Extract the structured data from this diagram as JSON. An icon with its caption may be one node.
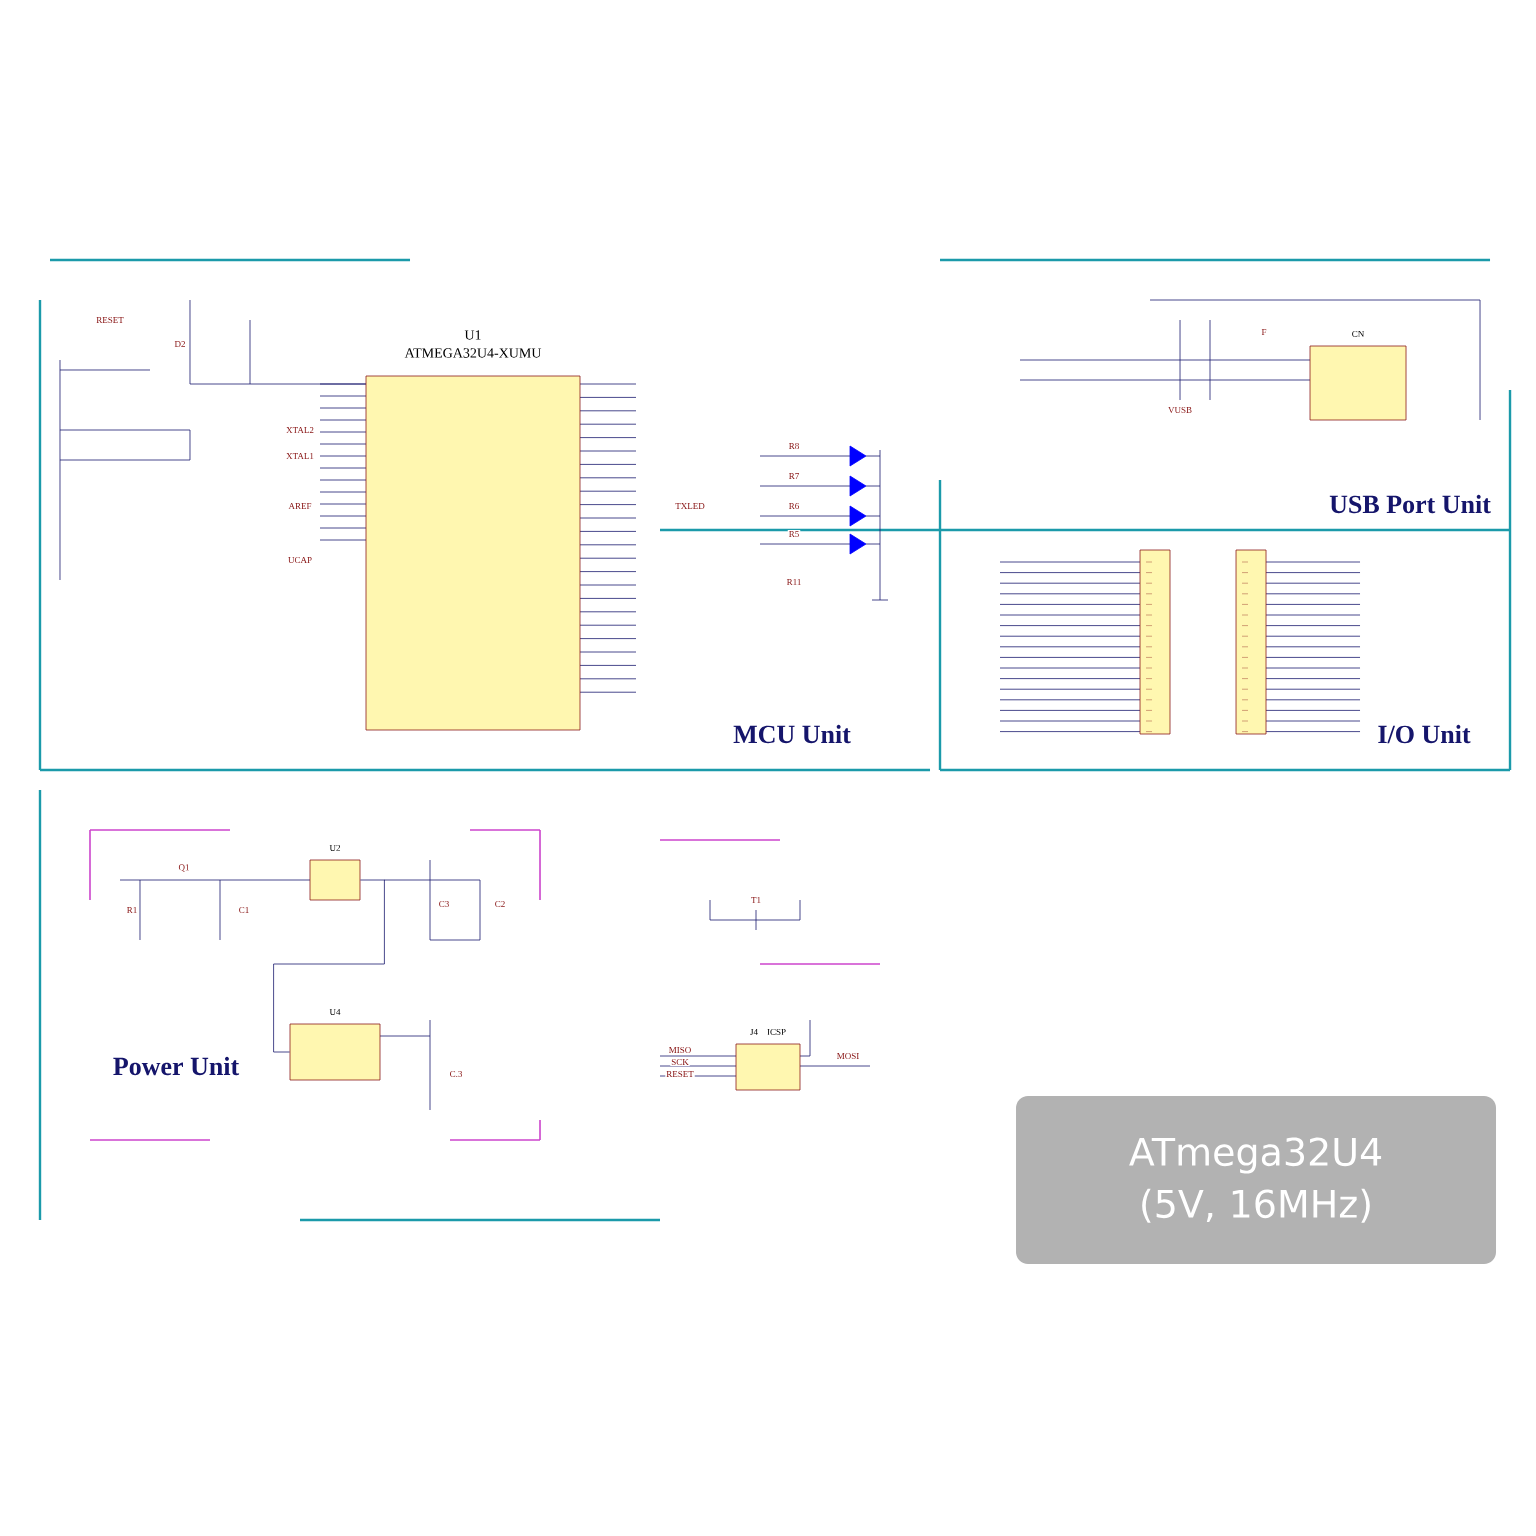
{
  "diagram": {
    "nodes": [
      {
        "text": [
          "U1",
          "ATMEGA32U4-XUMU"
        ]
      },
      {
        "text": [
          "CN"
        ]
      },
      {
        "text": [],
        "shape": "bar"
      },
      {
        "text": [],
        "shape": "bar"
      },
      {
        "text": [
          "U2"
        ]
      },
      {
        "text": [
          "U4"
        ]
      },
      {
        "text": [
          "J4",
          "ICSP"
        ]
      },
      {
        "text": [
          "ATmega32U4 (5V, 16MHz)"
        ]
      }
    ],
    "edges": [
      {
        "from": 4,
        "to": 5,
        "arrow": "none"
      }
    ],
    "labels": [
      "RESET",
      "XTAL2",
      "XTAL1",
      "AREF",
      "UCAP",
      "R8",
      "R7",
      "R6",
      "R5",
      "R11",
      "TXLED",
      "MCU Unit",
      "USB Port Unit",
      "I/O Unit",
      "Power Unit",
      "Q1",
      "R1",
      "C1",
      "C3",
      "C2",
      "C.3",
      "T1",
      "VUSB",
      "MISO",
      "SCK",
      "RESET",
      "MOSI",
      "D2",
      "F"
    ]
  }
}
